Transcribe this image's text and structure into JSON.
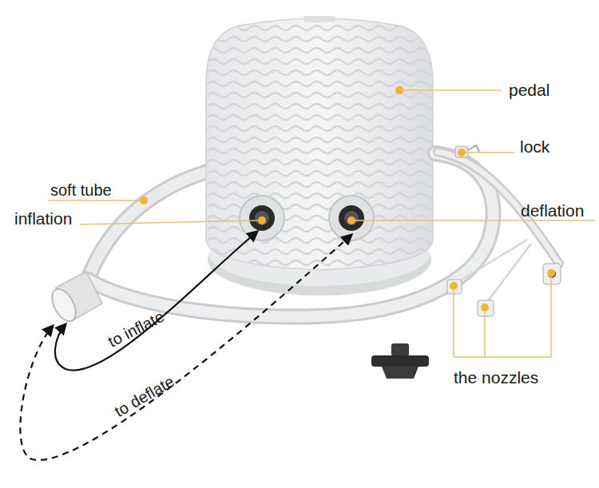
{
  "diagram": {
    "labels": [
      "pedal",
      "lock",
      "soft tube",
      "inflation",
      "deflation",
      "to inflate",
      "to deflate",
      "the nozzles"
    ]
  }
}
